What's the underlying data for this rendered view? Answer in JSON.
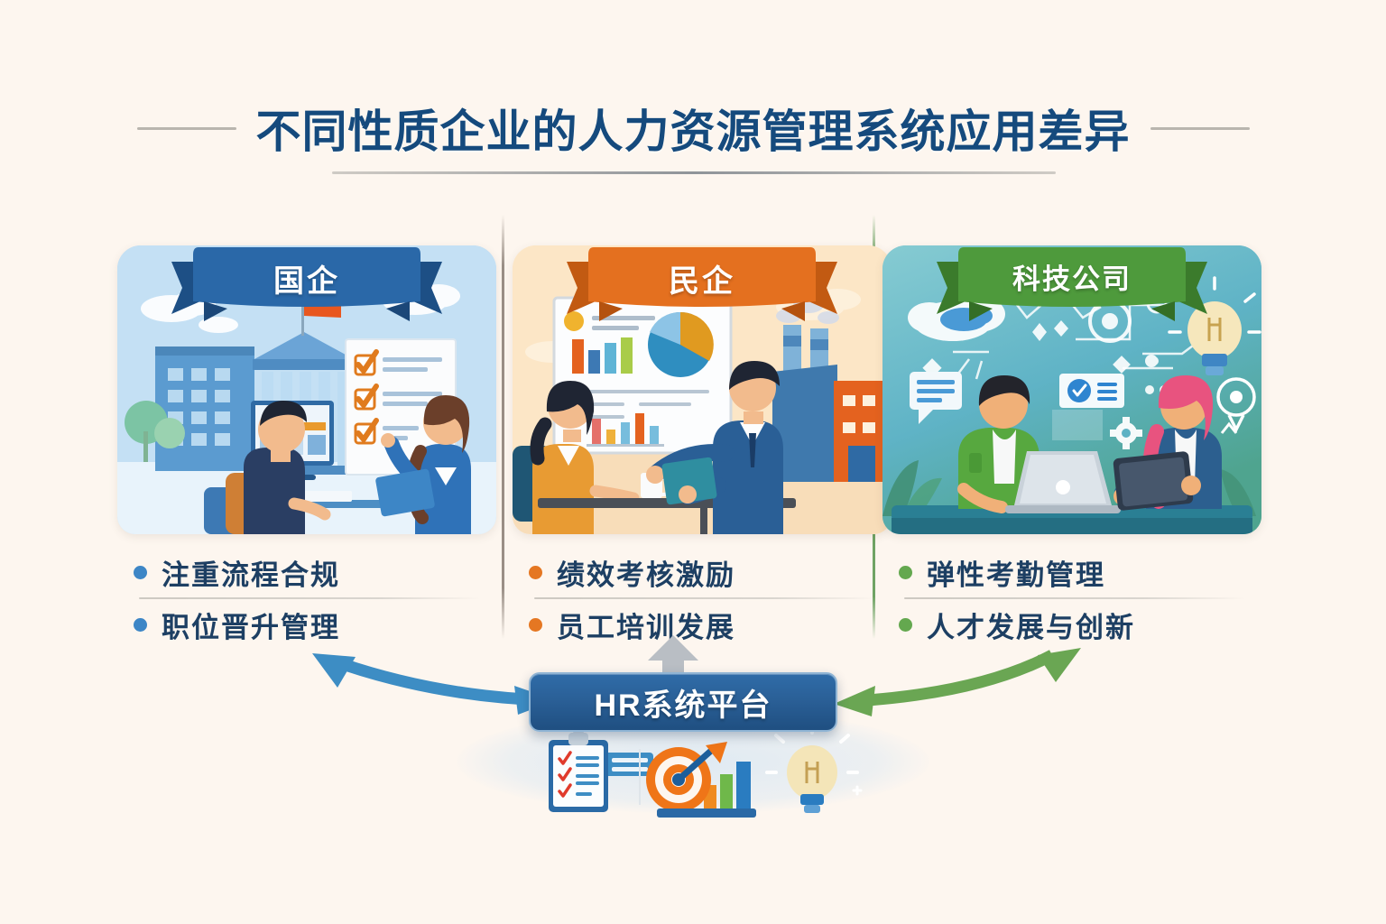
{
  "page": {
    "background_color": "#fdf6ef",
    "title": "不同性质企业的人力资源管理系统应用差异",
    "title_color": "#154a7d"
  },
  "columns": [
    {
      "banner_label": "国企",
      "banner_color": "#2a68a8",
      "banner_shade": "#1d4f85",
      "accent_color": "#3d86c6",
      "panel_name": "state-owned-enterprise-illustration",
      "bullets": [
        "注重流程合规",
        "职位晋升管理"
      ]
    },
    {
      "banner_label": "民企",
      "banner_color": "#e4701f",
      "banner_shade": "#c25a12",
      "accent_color": "#e57722",
      "panel_name": "private-enterprise-illustration",
      "bullets": [
        "绩效考核激励",
        "员工培训发展"
      ]
    },
    {
      "banner_label": "科技公司",
      "banner_color": "#4e9a3c",
      "banner_shade": "#3b7b2c",
      "accent_color": "#64a84f",
      "panel_name": "tech-company-illustration",
      "bullets": [
        "弹性考勤管理",
        "人才发展与创新"
      ]
    }
  ],
  "platform": {
    "label": "HR系统平台",
    "box_color": "#2a5f96",
    "icons": [
      "clipboard-checklist-icon",
      "target-bar-chart-icon",
      "lightbulb-icon"
    ]
  },
  "arrows": {
    "left": {
      "name": "left-bidirectional-arrow",
      "color": "#3d8dc4"
    },
    "right": {
      "name": "right-bidirectional-arrow",
      "color": "#6aa653"
    },
    "up": {
      "name": "up-arrow",
      "color": "#b9bec4"
    }
  },
  "dividers": [
    {
      "name": "divider-1",
      "color": "#9a8f86"
    },
    {
      "name": "divider-2",
      "color": "#6fa364"
    }
  ]
}
